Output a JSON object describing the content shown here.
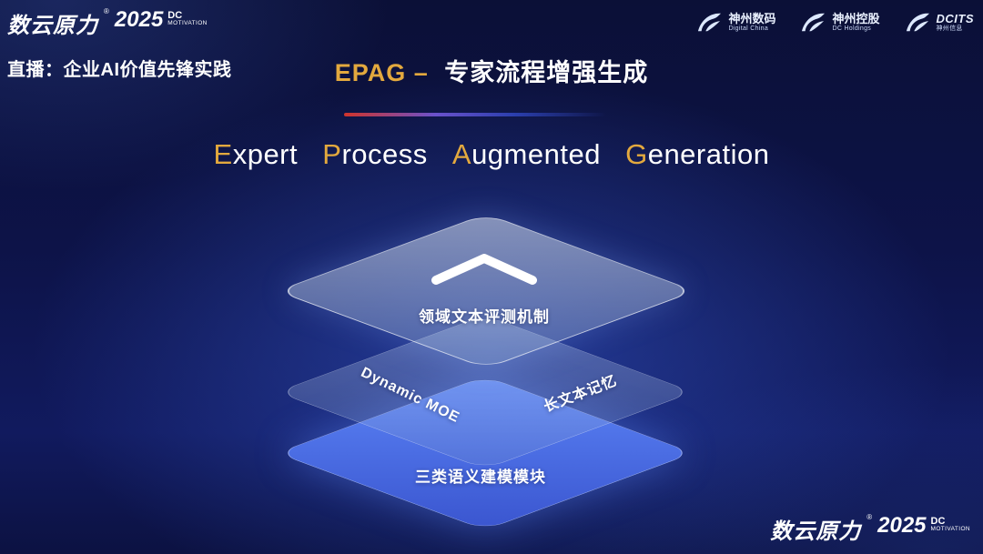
{
  "header": {
    "brand": {
      "name": "数云原力",
      "reg": "®",
      "year": "2025",
      "dc": "DC",
      "motivation": "MOTIVATION"
    },
    "stream_label": "直播：企业AI价值先锋实践",
    "title": {
      "prefix": "EPAG –",
      "main": "专家流程增强生成"
    },
    "logos": [
      {
        "name": "神州数码",
        "sub": "Digital China"
      },
      {
        "name": "神州控股",
        "sub": "DC Holdings"
      },
      {
        "name": "DCITS",
        "sub": "神州信息"
      }
    ]
  },
  "subtitle": {
    "words": [
      {
        "initial": "E",
        "rest": "xpert"
      },
      {
        "initial": "P",
        "rest": "rocess"
      },
      {
        "initial": "A",
        "rest": "ugmented"
      },
      {
        "initial": "G",
        "rest": "eneration"
      }
    ]
  },
  "diagram": {
    "top_layer_label": "领域文本评测机制",
    "middle_layer_labels": {
      "left": "Dynamic MOE",
      "right": "长文本记忆"
    },
    "bottom_layer_label": "三类语义建模模块"
  },
  "footer": {
    "brand": {
      "name": "数云原力",
      "reg": "®",
      "year": "2025",
      "dc": "DC",
      "motivation": "MOTIVATION"
    }
  },
  "colors": {
    "accent_gold": "#e3a93e",
    "divider_red": "#d0342c",
    "divider_blue": "#2b3fae",
    "bottom_layer_blue": "#4a6ff0",
    "background_navy": "#0c1242"
  }
}
